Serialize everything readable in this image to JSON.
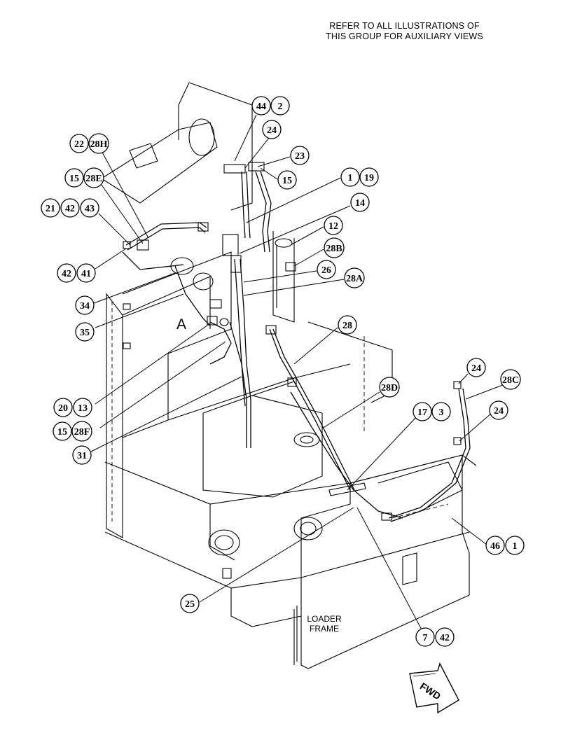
{
  "notes": {
    "line1": "REFER TO ALL ILLUSTRATIONS OF",
    "line2": "THIS GROUP FOR AUXILIARY VIEWS"
  },
  "frame_label": {
    "line1": "LOADER",
    "line2": "FRAME"
  },
  "view_letter": "A",
  "fwd_label": "FWD",
  "callouts": {
    "c44": "44",
    "c2a": "2",
    "c24a": "24",
    "c23": "23",
    "c15a": "15",
    "c1a": "1",
    "c19": "19",
    "c14": "14",
    "c12": "12",
    "c28b": "28B",
    "c26": "26",
    "c28a": "28A",
    "c28": "28",
    "c22": "22",
    "c28h": "28H",
    "c15b": "15",
    "c28e": "28E",
    "c21": "21",
    "c42a": "42",
    "c43": "43",
    "c42b": "42",
    "c41": "41",
    "c34": "34",
    "c35": "35",
    "c20": "20",
    "c13": "13",
    "c15c": "15",
    "c28f": "28F",
    "c31": "31",
    "c28d": "28D",
    "c17": "17",
    "c3": "3",
    "c24b": "24",
    "c28c": "28C",
    "c24c": "24",
    "c46": "46",
    "c1b": "1",
    "c25": "25",
    "c7": "7",
    "c42c": "42"
  }
}
